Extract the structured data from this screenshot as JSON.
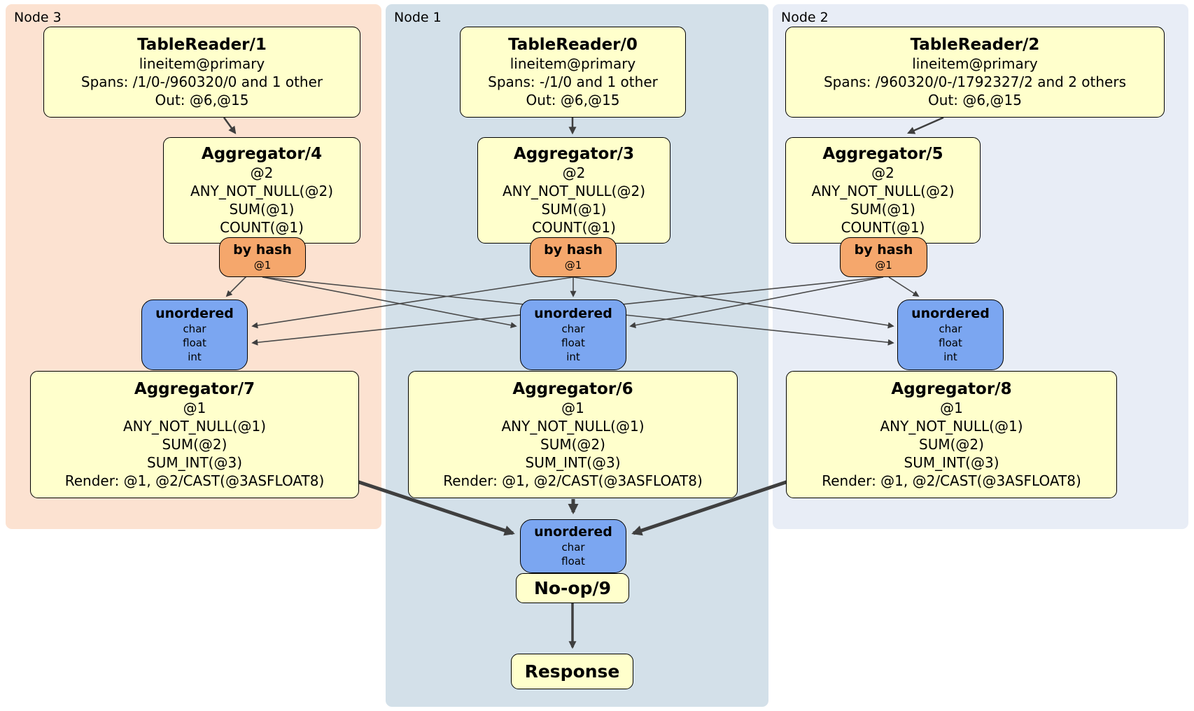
{
  "panels": {
    "node3": {
      "label": "Node 3"
    },
    "node1": {
      "label": "Node 1"
    },
    "node2": {
      "label": "Node 2"
    }
  },
  "processors": {
    "tr1": {
      "title": "TableReader/1",
      "lines": [
        "lineitem@primary",
        "Spans: /1/0-/960320/0 and 1 other",
        "Out: @6,@15"
      ]
    },
    "tr0": {
      "title": "TableReader/0",
      "lines": [
        "lineitem@primary",
        "Spans: -/1/0 and 1 other",
        "Out: @6,@15"
      ]
    },
    "tr2": {
      "title": "TableReader/2",
      "lines": [
        "lineitem@primary",
        "Spans: /960320/0-/1792327/2 and 2 others",
        "Out: @6,@15"
      ]
    },
    "agg4": {
      "title": "Aggregator/4",
      "lines": [
        "@2",
        "ANY_NOT_NULL(@2)",
        "SUM(@1)",
        "COUNT(@1)"
      ]
    },
    "agg3": {
      "title": "Aggregator/3",
      "lines": [
        "@2",
        "ANY_NOT_NULL(@2)",
        "SUM(@1)",
        "COUNT(@1)"
      ]
    },
    "agg5": {
      "title": "Aggregator/5",
      "lines": [
        "@2",
        "ANY_NOT_NULL(@2)",
        "SUM(@1)",
        "COUNT(@1)"
      ]
    },
    "agg7": {
      "title": "Aggregator/7",
      "lines": [
        "@1",
        "ANY_NOT_NULL(@1)",
        "SUM(@2)",
        "SUM_INT(@3)",
        "Render: @1, @2/CAST(@3ASFLOAT8)"
      ]
    },
    "agg6": {
      "title": "Aggregator/6",
      "lines": [
        "@1",
        "ANY_NOT_NULL(@1)",
        "SUM(@2)",
        "SUM_INT(@3)",
        "Render: @1, @2/CAST(@3ASFLOAT8)"
      ]
    },
    "agg8": {
      "title": "Aggregator/8",
      "lines": [
        "@1",
        "ANY_NOT_NULL(@1)",
        "SUM(@2)",
        "SUM_INT(@3)",
        "Render: @1, @2/CAST(@3ASFLOAT8)"
      ]
    },
    "noop": {
      "title": "No-op/9"
    },
    "response": {
      "title": "Response"
    }
  },
  "routers": {
    "hash3": {
      "title": "by hash",
      "lines": [
        "@1"
      ]
    },
    "hash1": {
      "title": "by hash",
      "lines": [
        "@1"
      ]
    },
    "hash2": {
      "title": "by hash",
      "lines": [
        "@1"
      ]
    },
    "unord3": {
      "title": "unordered",
      "lines": [
        "char",
        "float",
        "int"
      ]
    },
    "unord1": {
      "title": "unordered",
      "lines": [
        "char",
        "float",
        "int"
      ]
    },
    "unord2": {
      "title": "unordered",
      "lines": [
        "char",
        "float",
        "int"
      ]
    },
    "unord_final": {
      "title": "unordered",
      "lines": [
        "char",
        "float"
      ]
    }
  },
  "colors": {
    "panel_node3": "#fce2d1",
    "panel_node1": "#d3e0e9",
    "panel_node2": "#e8edf6",
    "processor_fill": "#ffffcc",
    "hash_router_fill": "#f5a76c",
    "sync_router_fill": "#7ba6f1",
    "edge": "#3f3f3f",
    "border": "#000000"
  }
}
